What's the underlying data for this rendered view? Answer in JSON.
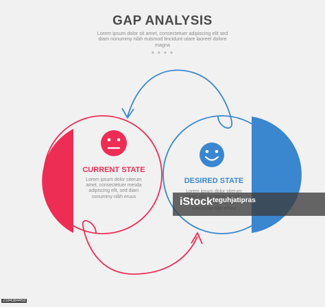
{
  "header": {
    "title": "GAP ANALYSIS",
    "subtitle": "Lorem ipsum dolor sit amet, consectetuer adipiscing elit sed diam nonummy nibh euismod tincidunt utare laoreet dolore magna",
    "page_dots": "● ● ● ●"
  },
  "current_state": {
    "title": "CURRENT STATE",
    "description": "Lorem ipsum dolor siterum amet, consectetuer mesda adipiscing elit, sed diam nonummy nibh eruus",
    "icon": "neutral-face-icon",
    "color": "#ee2d55"
  },
  "desired_state": {
    "title": "DESIRED STATE",
    "description": "Lorem ipsum dolor siterum amet, consectetuer mesda adipiscing elit, sed diam nonummy nibh eruus",
    "icon": "smiling-face-icon",
    "color": "#3a86cf"
  },
  "watermark": {
    "logo": "iStock",
    "credit": "teguhjatipras"
  },
  "stock_id": "2184384453"
}
